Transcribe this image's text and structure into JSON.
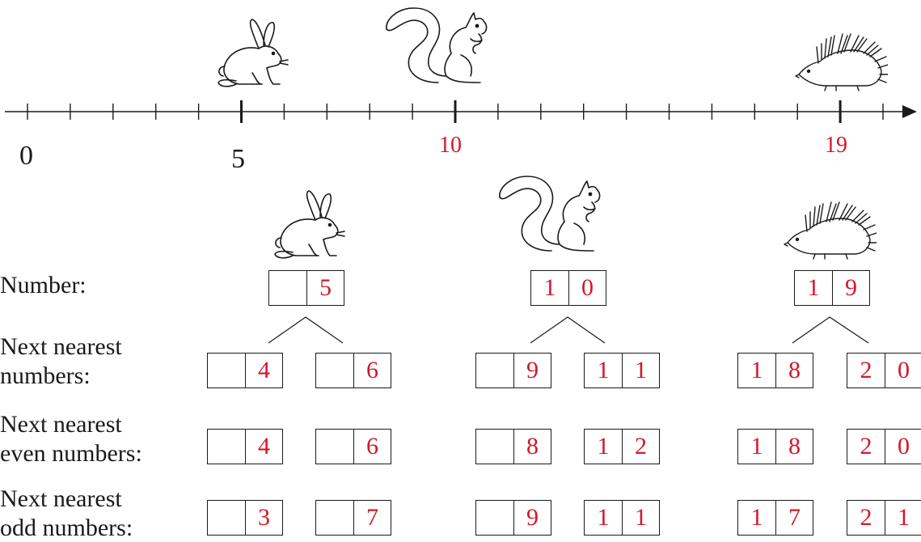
{
  "number_line": {
    "labels": [
      {
        "text": "0",
        "color": "#1a1a1a"
      },
      {
        "text": "5",
        "color": "#1a1a1a"
      },
      {
        "text": "10",
        "color": "#d4172a"
      },
      {
        "text": "19",
        "color": "#d4172a"
      }
    ],
    "animals": [
      "rabbit-icon",
      "squirrel-icon",
      "hedgehog-icon"
    ]
  },
  "row_labels": {
    "number": "Number:",
    "nearest_1": "Next nearest",
    "nearest_2": "numbers:",
    "even_1": "Next nearest",
    "even_2": "even numbers:",
    "odd_1": "Next nearest",
    "odd_2": "odd numbers:"
  },
  "groups": [
    {
      "animal": "rabbit-icon",
      "number": [
        "",
        "5"
      ],
      "nearest": [
        [
          "",
          "4"
        ],
        [
          "",
          "6"
        ]
      ],
      "even": [
        [
          "",
          "4"
        ],
        [
          "",
          "6"
        ]
      ],
      "odd": [
        [
          "",
          "3"
        ],
        [
          "",
          "7"
        ]
      ]
    },
    {
      "animal": "squirrel-icon",
      "number": [
        "1",
        "0"
      ],
      "nearest": [
        [
          "",
          "9"
        ],
        [
          "1",
          "1"
        ]
      ],
      "even": [
        [
          "",
          "8"
        ],
        [
          "1",
          "2"
        ]
      ],
      "odd": [
        [
          "",
          "9"
        ],
        [
          "1",
          "1"
        ]
      ]
    },
    {
      "animal": "hedgehog-icon",
      "number": [
        "1",
        "9"
      ],
      "nearest": [
        [
          "1",
          "8"
        ],
        [
          "2",
          "0"
        ]
      ],
      "even": [
        [
          "1",
          "8"
        ],
        [
          "2",
          "0"
        ]
      ],
      "odd": [
        [
          "1",
          "7"
        ],
        [
          "2",
          "1"
        ]
      ]
    }
  ]
}
